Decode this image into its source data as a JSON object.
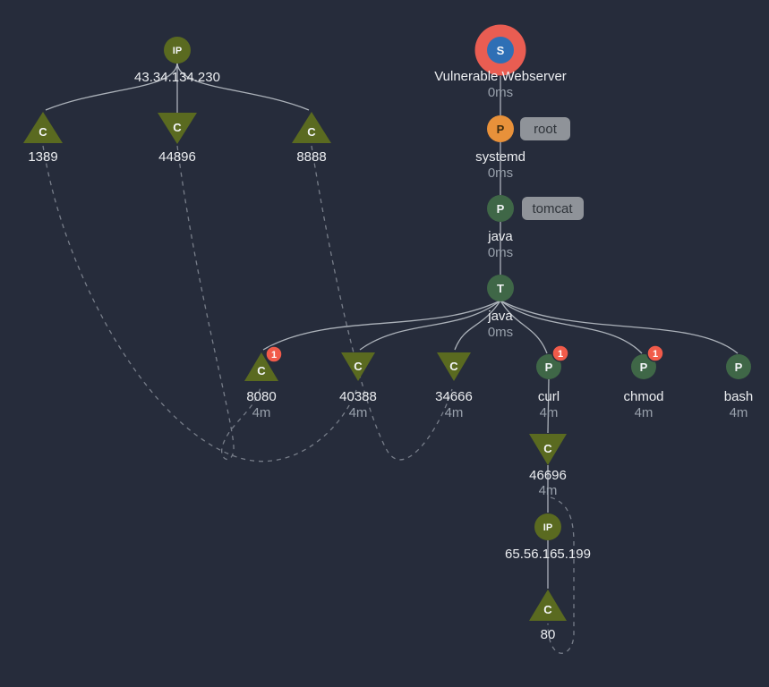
{
  "colors": {
    "background": "#262c3b",
    "olive": "#5a6a20",
    "green": "#3f6747",
    "orange": "#e8913a",
    "blue": "#2e6fb5",
    "red_ring": "#e95d52",
    "alert_red": "#f15b4a",
    "badge_grey": "#8f9399",
    "badge_text": "#2f343a",
    "edge": "#b3b9c1",
    "edge_dashed": "#7b828d",
    "label": "#eceef1",
    "muted": "#99a1ac"
  },
  "nodes": {
    "ip_top": {
      "glyph": "IP",
      "label": "43.34.134.230"
    },
    "p1389": {
      "glyph": "C",
      "label": "1389"
    },
    "p44896": {
      "glyph": "C",
      "label": "44896"
    },
    "p8888": {
      "glyph": "C",
      "label": "8888"
    },
    "server": {
      "glyph": "S",
      "label": "Vulnerable Webserver",
      "time": "0ms"
    },
    "systemd": {
      "glyph": "P",
      "label": "systemd",
      "time": "0ms",
      "badge": "root"
    },
    "java_p": {
      "glyph": "P",
      "label": "java",
      "time": "0ms",
      "badge": "tomcat"
    },
    "java_t": {
      "glyph": "T",
      "label": "java",
      "time": "0ms"
    },
    "p8080": {
      "glyph": "C",
      "label": "8080",
      "time": "4m",
      "alert": "1"
    },
    "p40388": {
      "glyph": "C",
      "label": "40388",
      "time": "4m"
    },
    "p34666": {
      "glyph": "C",
      "label": "34666",
      "time": "4m"
    },
    "curl": {
      "glyph": "P",
      "label": "curl",
      "time": "4m",
      "alert": "1"
    },
    "chmod": {
      "glyph": "P",
      "label": "chmod",
      "time": "4m",
      "alert": "1"
    },
    "bash": {
      "glyph": "P",
      "label": "bash",
      "time": "4m"
    },
    "p46696": {
      "glyph": "C",
      "label": "46696",
      "time": "4m"
    },
    "ip_bottom": {
      "glyph": "IP",
      "label": "65.56.165.199"
    },
    "p80": {
      "glyph": "C",
      "label": "80"
    }
  }
}
